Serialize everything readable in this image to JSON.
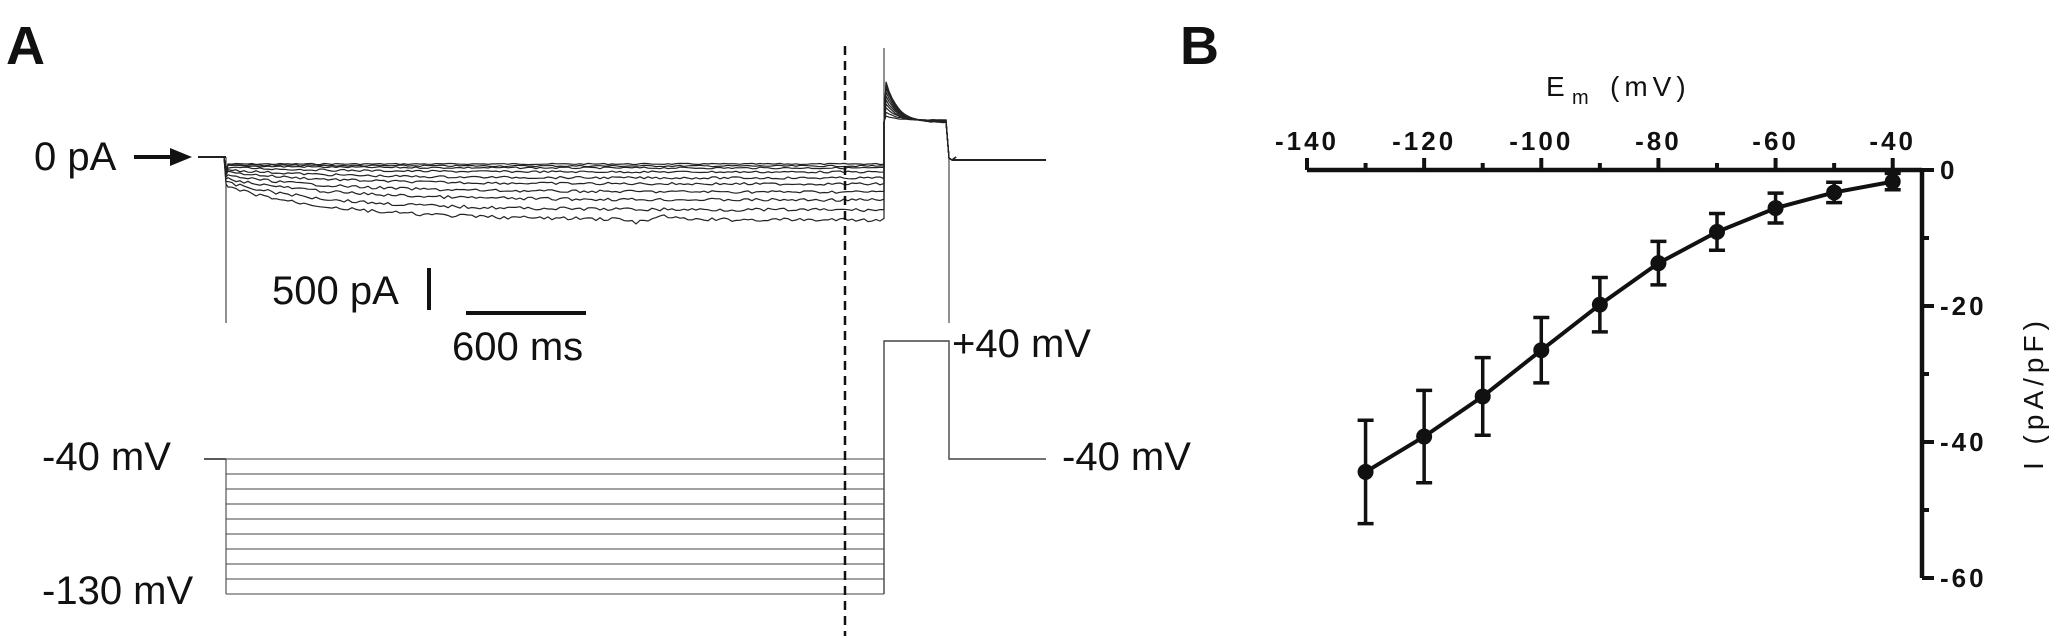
{
  "panel_a": {
    "label": "A",
    "zero_current_label": "0 pA",
    "scale_current_label": "500 pA",
    "scale_time_label": "600 ms",
    "pulse_label": "+40 mV",
    "holding_left_label": "-40 mV",
    "holding_right_label": "-40 mV",
    "min_step_label": "-130 mV",
    "steps_mV": [
      -40,
      -50,
      -60,
      -70,
      -80,
      -90,
      -100,
      -110,
      -120,
      -130
    ]
  },
  "panel_b": {
    "label": "B"
  },
  "chart_data": {
    "type": "line",
    "title": "",
    "xlabel_main": "E",
    "xlabel_sub": "m",
    "xlabel_unit": "(mV)",
    "ylabel": "I (pA/pF)",
    "xlim": [
      -140,
      -35
    ],
    "ylim": [
      -60,
      0
    ],
    "x_ticks": [
      -140,
      -120,
      -100,
      -80,
      -60,
      -40
    ],
    "y_ticks": [
      0,
      -20,
      -40,
      -60
    ],
    "x_axis_position": "top",
    "y_axis_position": "right",
    "grid": false,
    "series": [
      {
        "x": [
          -130,
          -120,
          -110,
          -100,
          -90,
          -80,
          -70,
          -60,
          -50,
          -40
        ],
        "y": [
          -44.4,
          -39.2,
          -33.3,
          -26.5,
          -19.8,
          -13.7,
          -9.1,
          -5.6,
          -3.3,
          -1.7
        ],
        "error": [
          7.6,
          6.8,
          5.7,
          4.8,
          4.0,
          3.2,
          2.7,
          2.2,
          1.5,
          1.2
        ]
      }
    ]
  }
}
